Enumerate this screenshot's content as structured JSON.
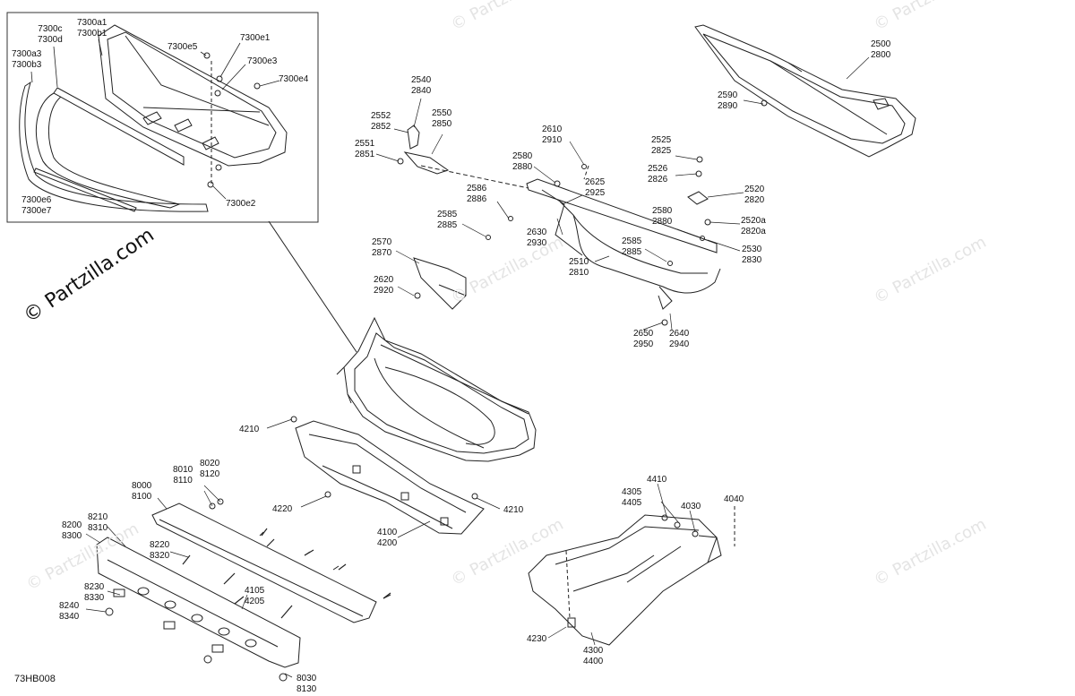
{
  "watermark_main": "© Partzilla.com",
  "watermark_faint": "© Partzilla.com",
  "diagram_code": "73HB008",
  "callouts": {
    "c7300c": "7300c\n7300d",
    "c7300a1": "7300a1\n7300b1",
    "c7300a3": "7300a3\n7300b3",
    "c7300e5": "7300e5",
    "c7300e1": "7300e1",
    "c7300e3": "7300e3",
    "c7300e4": "7300e4",
    "c7300e6": "7300e6\n7300e7",
    "c7300e2": "7300e2",
    "c2540": "2540\n2840",
    "c2552": "2552\n2852",
    "c2550": "2550\n2850",
    "c2551": "2551\n2851",
    "c2610": "2610\n2910",
    "c2580a": "2580\n2880",
    "c2625": "2625\n2925",
    "c2586": "2586\n2886",
    "c2585a": "2585\n2885",
    "c2630": "2630\n2930",
    "c2570": "2570\n2870",
    "c2620": "2620\n2920",
    "c2510": "2510\n2810",
    "c2585b": "2585\n2885",
    "c2580b": "2580\n2880",
    "c2525": "2525\n2825",
    "c2526": "2526\n2826",
    "c2520": "2520\n2820",
    "c2520a": "2520a\n2820a",
    "c2530": "2530\n2830",
    "c2650": "2650\n2950",
    "c2640": "2640\n2940",
    "c2500": "2500\n2800",
    "c2590": "2590\n2890",
    "c4210a": "4210",
    "c4220": "4220",
    "c4210b": "4210",
    "c4100": "4100\n4200",
    "c8000": "8000\n8100",
    "c8010": "8010\n8110",
    "c8020": "8020\n8120",
    "c8210": "8210\n8310",
    "c8200": "8200\n8300",
    "c8220": "8220\n8320",
    "c8230": "8230\n8330",
    "c8240": "8240\n8340",
    "c4105": "4105\n4205",
    "c8030": "8030\n8130",
    "c4410": "4410",
    "c4305": "4305\n4405",
    "c4030": "4030",
    "c4040": "4040",
    "c4230": "4230",
    "c4300": "4300\n4400"
  }
}
